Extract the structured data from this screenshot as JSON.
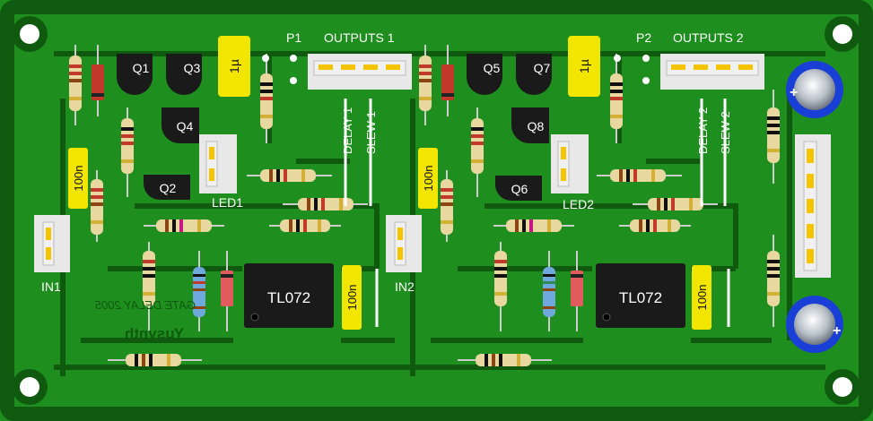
{
  "board": {
    "colors": {
      "substrate": "#1e8f1e",
      "copper": "#1aa81a",
      "trace": "#0f5a0f",
      "silk": "#ffffff",
      "cap_yellow": "#f2e600",
      "ic_body": "#1a1a1a",
      "header": "#e8e8e8",
      "header_pin": "#f5c400",
      "electrolytic": "#1a3fd6"
    },
    "labels": {
      "p1": "P1",
      "outputs1": "OUTPUTS 1",
      "p2": "P2",
      "outputs2": "OUTPUTS 2",
      "delay1": "DELAY 1",
      "slew1": "SLEW 1",
      "delay2": "DELAY 2",
      "slew2": "SLEW 2",
      "led1": "LED1",
      "led2": "LED2",
      "in1": "IN1",
      "in2": "IN2",
      "credit": "GATE DELAY 2005",
      "brand": "Yusynth"
    },
    "transistors": [
      "Q1",
      "Q3",
      "Q4",
      "Q2",
      "Q5",
      "Q7",
      "Q8",
      "Q6"
    ],
    "capacitors": {
      "c_1u_a": "1µ",
      "c_1u_b": "1µ",
      "c_100n_a": "100n",
      "c_100n_b": "100n",
      "c_100n_c": "100n",
      "c_100n_d": "100n"
    },
    "ics": {
      "ic1": "TL072",
      "ic2": "TL072"
    },
    "electrolytic_mark": "+"
  }
}
